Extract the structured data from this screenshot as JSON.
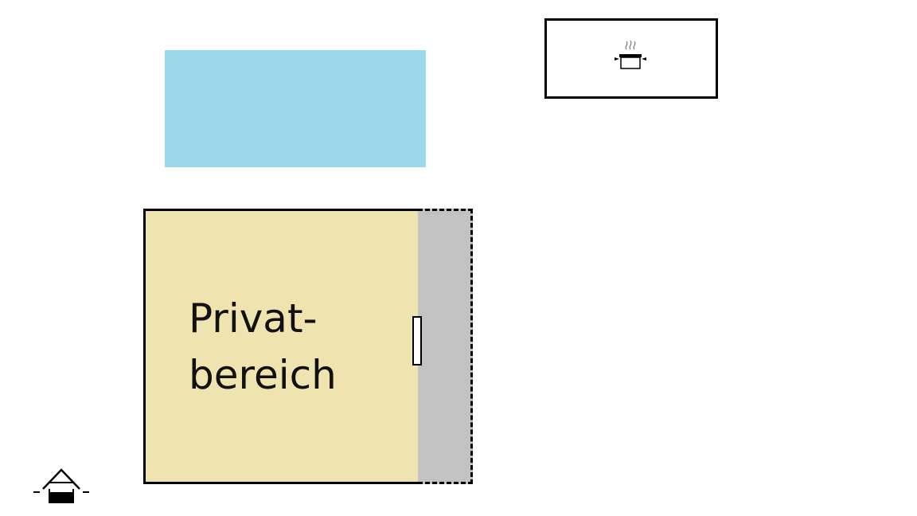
{
  "diagram": {
    "colors": {
      "pool": "#99d9ea",
      "private_area": "#efe4b0",
      "terrace": "#c3c3c3",
      "outline": "#000000"
    },
    "areas": {
      "pool": {
        "icon": "none"
      },
      "kitchen": {
        "icon": "cooking-pot-icon"
      },
      "private_area": {
        "label": "Privat-\nbereich"
      },
      "terrace": {
        "border": "dashed"
      },
      "door": {},
      "well": {
        "icon": "well-icon"
      }
    }
  }
}
